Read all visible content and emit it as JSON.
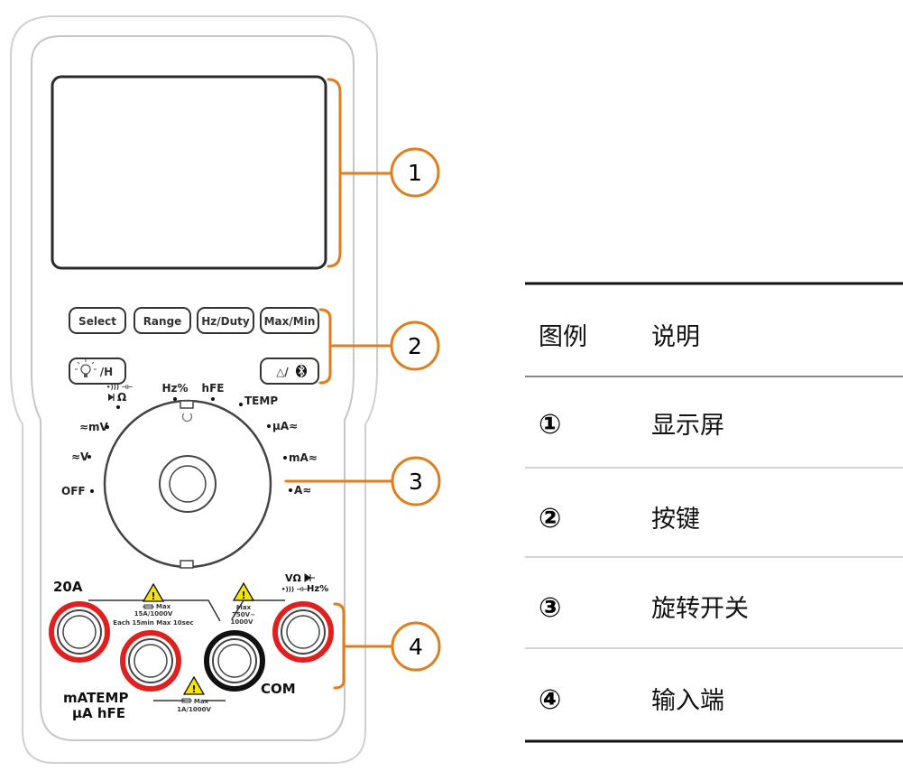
{
  "buttons": {
    "select": "Select",
    "range": "Range",
    "hz_duty": "Hz/Duty",
    "max_min": "Max/Min",
    "backlight_hold": "/H",
    "rel_bluetooth": "△/"
  },
  "dial_labels": {
    "diode_ohm": "Ω",
    "hz": "Hz%",
    "hfe": "hFE",
    "temp": "TEMP",
    "ua": "μA≈",
    "ma": "mA≈",
    "a": "A≈",
    "mv": "≈mV",
    "v": "≈V",
    "off": "OFF"
  },
  "terminals": {
    "a20": "20A",
    "ma_line1": "mATEMP",
    "ma_line2": "μA hFE",
    "com": "COM",
    "v_line1": "VΩ",
    "v_line2": "Hz%"
  },
  "ratings": {
    "left_max": "Max",
    "left_value": "15A/1000V",
    "left_note": "Each 15min Max 10sec",
    "bottom_max": "Max",
    "bottom_value": "1A/1000V",
    "right_max": "Max",
    "right_ac": "750V~",
    "right_dc": "1000V"
  },
  "callouts": [
    "1",
    "2",
    "3",
    "4"
  ],
  "legend": {
    "headers": [
      "图例",
      "说明"
    ],
    "rows": [
      {
        "num": "①",
        "desc": "显示屏"
      },
      {
        "num": "②",
        "desc": "按键"
      },
      {
        "num": "③",
        "desc": "旋转开关"
      },
      {
        "num": "④",
        "desc": "输入端"
      }
    ]
  },
  "colors": {
    "callout_orange": "#E07E1E",
    "terminal_red": "#E0201E",
    "terminal_black": "#111111",
    "warning_yellow": "#F5E400"
  }
}
